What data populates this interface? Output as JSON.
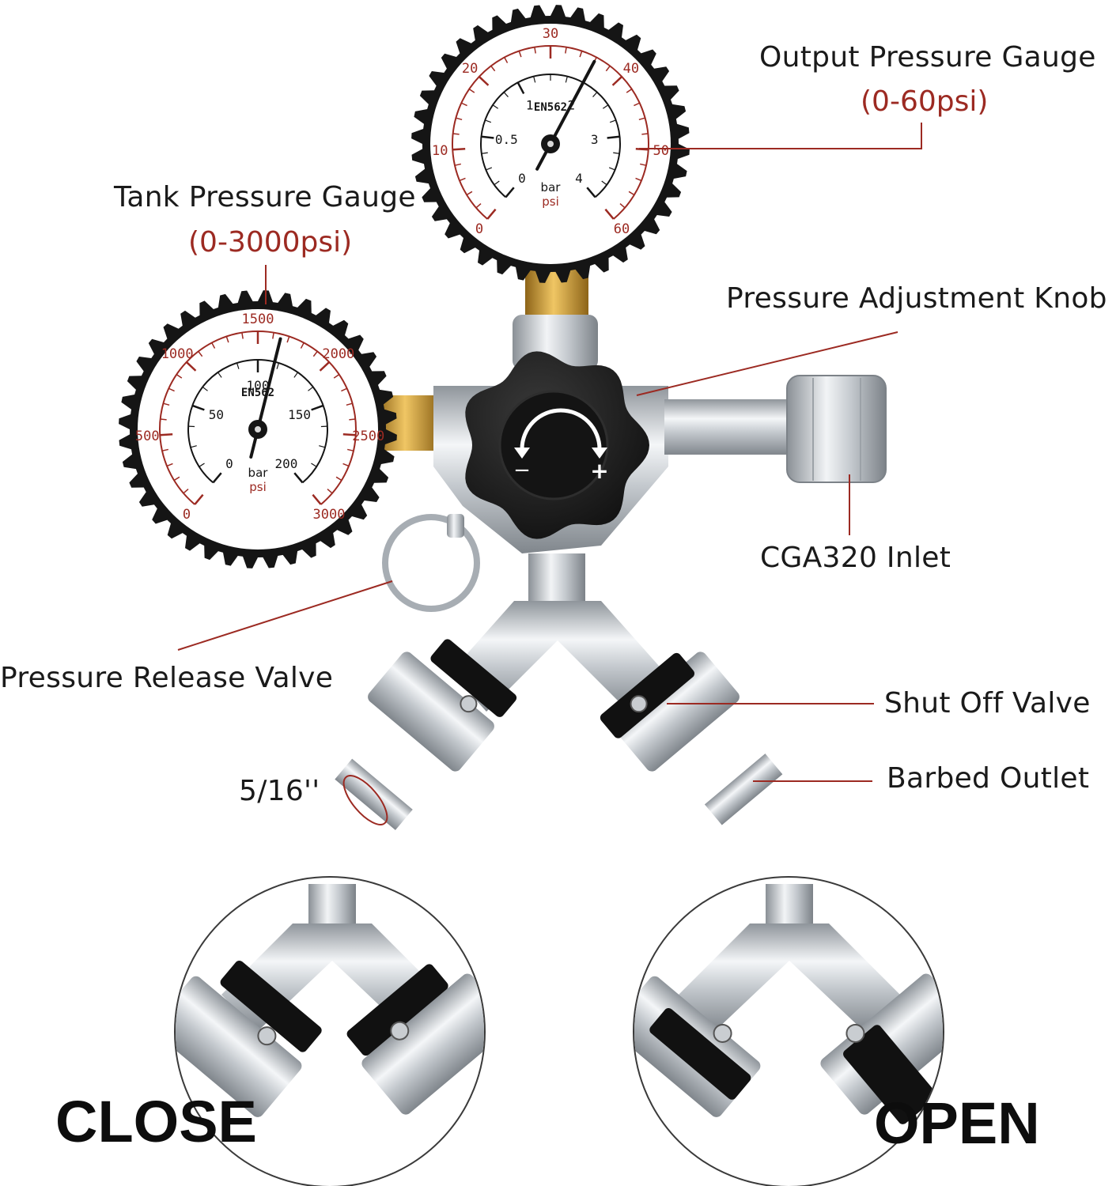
{
  "labels": {
    "output_gauge": "Output Pressure Gauge",
    "output_range": "(0-60psi)",
    "tank_gauge": "Tank Pressure Gauge",
    "tank_range": "(0-3000psi)",
    "adjust_knob": "Pressure Adjustment Knob",
    "inlet": "CGA320 Inlet",
    "release_valve": "Pressure Release Valve",
    "shutoff_valve": "Shut Off Valve",
    "barbed_outlet": "Barbed Outlet",
    "barb_size": "5/16''",
    "close": "CLOSE",
    "open": "OPEN"
  },
  "output_dial": {
    "brand": "EN562",
    "unit_bar": "bar",
    "unit_psi": "psi",
    "psi_ticks": [
      "0",
      "10",
      "20",
      "30",
      "40",
      "50",
      "60"
    ],
    "bar_ticks": [
      "0",
      "0.5",
      "1",
      "2",
      "3",
      "4"
    ]
  },
  "tank_dial": {
    "brand": "EN562",
    "unit_bar": "bar",
    "unit_psi": "psi",
    "psi_ticks": [
      "0",
      "500",
      "1000",
      "1500",
      "2000",
      "2500",
      "3000"
    ],
    "bar_ticks": [
      "0",
      "50",
      "100",
      "150",
      "200"
    ]
  },
  "knob": {
    "minus": "−",
    "plus": "+"
  },
  "colors": {
    "accent_red": "#9c2a22",
    "gauge_black": "#151515",
    "brass": "#c9962e",
    "chrome": "#c8cbcf"
  }
}
